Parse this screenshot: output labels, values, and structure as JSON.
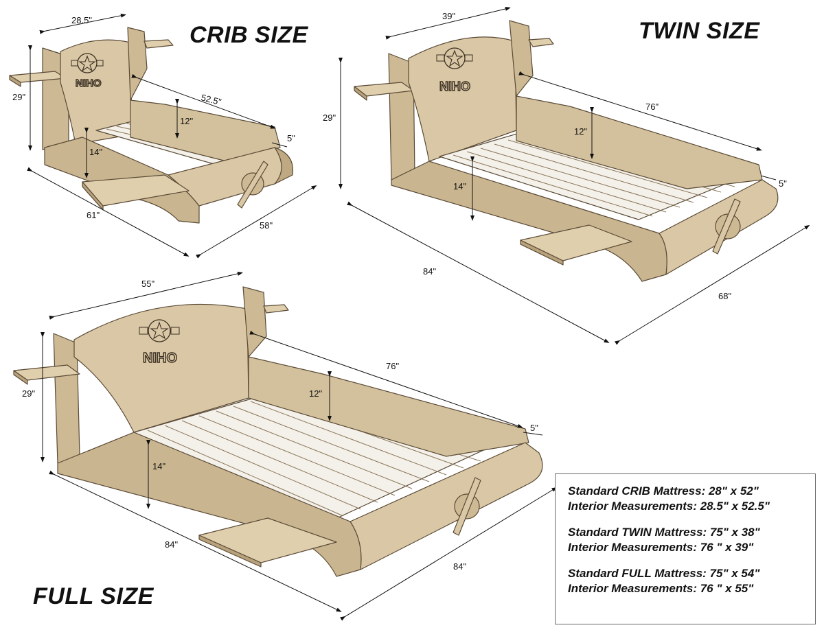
{
  "titles": {
    "crib": "CRIB SIZE",
    "twin": "TWIN SIZE",
    "full": "FULL SIZE"
  },
  "brand": "NIHO",
  "beds": {
    "crib": {
      "headboard_width": "28.5\"",
      "height": "29\"",
      "interior_length": "52.5\"",
      "side_height": "12\"",
      "rail_height": "14\"",
      "rail_thickness": "5\"",
      "overall_length": "61\"",
      "overall_width": "58\""
    },
    "twin": {
      "headboard_width": "39\"",
      "height": "29\"",
      "interior_length": "76\"",
      "side_height": "12\"",
      "rail_height": "14\"",
      "rail_thickness": "5\"",
      "overall_length": "84\"",
      "overall_width": "68\""
    },
    "full": {
      "headboard_width": "55\"",
      "height": "29\"",
      "interior_length": "76\"",
      "side_height": "12\"",
      "rail_height": "14\"",
      "rail_thickness": "5\"",
      "overall_length": "84\"",
      "overall_width": "84\""
    }
  },
  "specs": {
    "crib_mattress": "Standard CRIB Mattress:  28\" x 52\"",
    "crib_interior": "Interior Measurements: 28.5\" x 52.5\"",
    "twin_mattress": "Standard TWIN Mattress: 75\" x 38\"",
    "twin_interior": "Interior Measurements: 76 \" x 39\"",
    "full_mattress": "Standard FULL Mattress: 75\" x 54\"",
    "full_interior": "Interior Measurements: 76 \" x 55\""
  },
  "colors": {
    "wood": "#d9c7a5",
    "wood_dark": "#b8a27c",
    "wood_edge": "#5a4a36",
    "slat": "#f4f1ea"
  }
}
